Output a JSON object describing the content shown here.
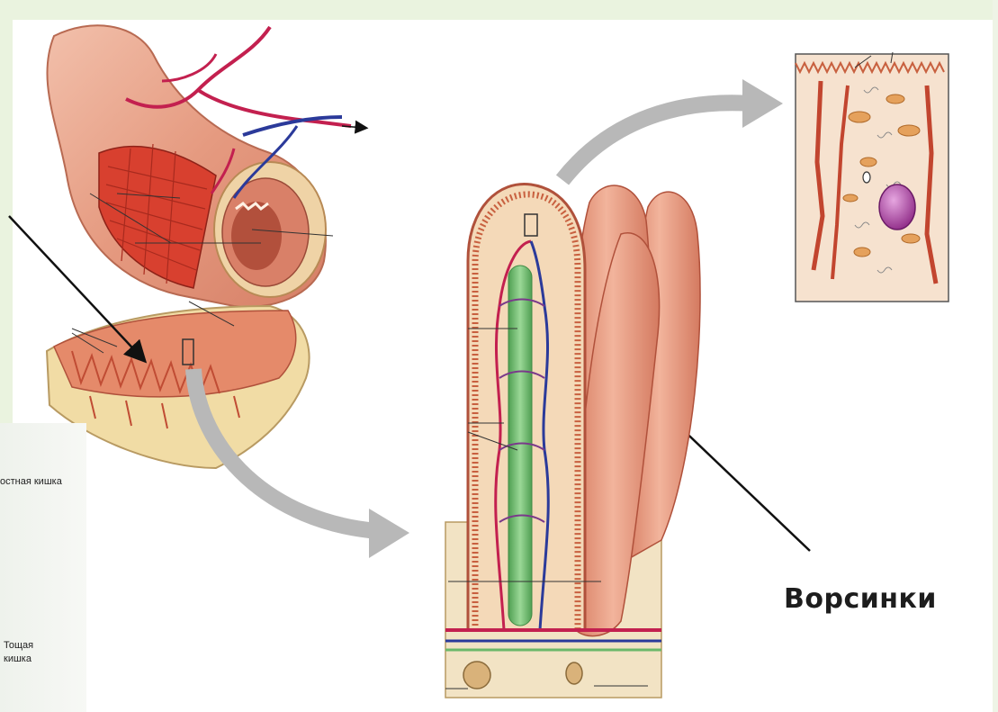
{
  "labels": {
    "villi": "Ворсинки",
    "inset_line_1": "остная кишка",
    "inset_line_2": "Тощая",
    "inset_line_3": "кишка"
  },
  "colors": {
    "background_band": "#eaf3df",
    "tissue_main": "#e9a48c",
    "tissue_dark": "#c85a45",
    "muscle": "#d8402f",
    "artery": "#c3204f",
    "vein": "#2b3a9a",
    "lacteal": "#6cb86a",
    "flow_arrow": "#b8b8b8",
    "pointer": "#111111",
    "nucleus": "#a23a9a"
  },
  "icons": {
    "flow_arrow_1": "curved-arrow-right",
    "flow_arrow_2": "curved-arrow-up-right",
    "pointer_1": "pointer-arrow",
    "pointer_2": "pointer-arrow"
  }
}
